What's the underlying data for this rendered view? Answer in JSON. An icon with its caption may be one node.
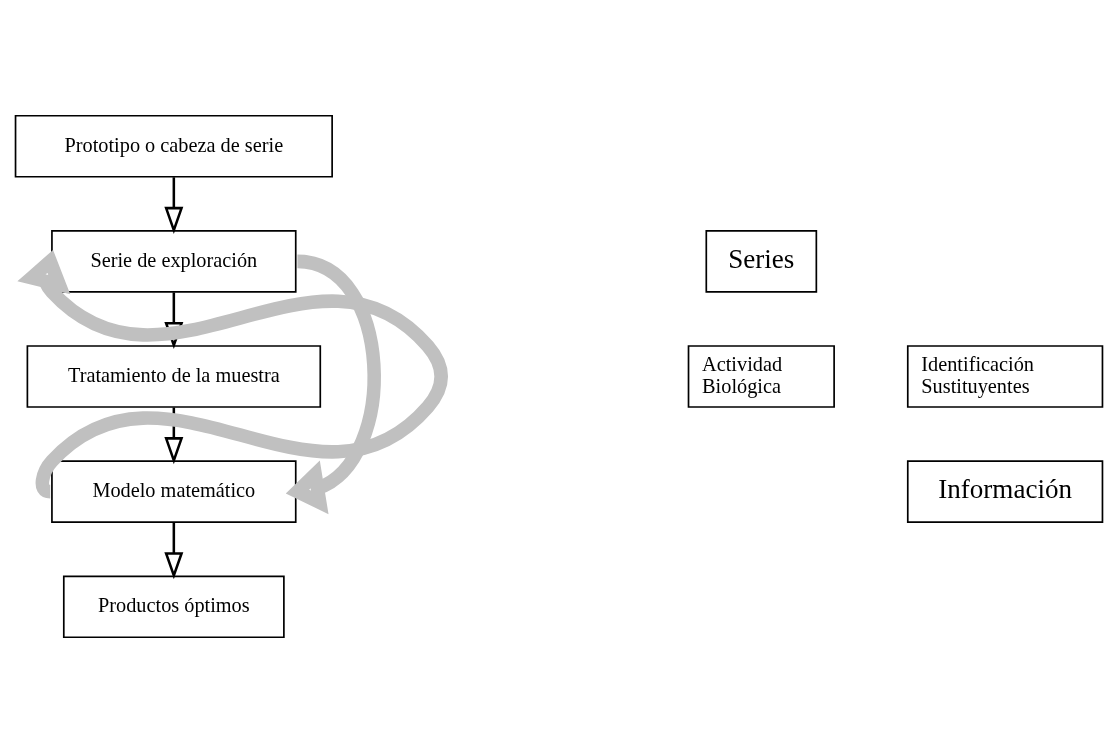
{
  "diagram": {
    "nodes": [
      {
        "text": [
          "Prototipo o cabeza de serie"
        ]
      },
      {
        "text": [
          "Serie de exploración"
        ]
      },
      {
        "text": [
          "Tratamiento de la muestra"
        ]
      },
      {
        "text": [
          "Modelo matemático"
        ]
      },
      {
        "text": [
          "Productos óptimos"
        ]
      },
      {
        "text": [
          "Series"
        ]
      },
      {
        "text": [
          "Actividad Biológica"
        ]
      },
      {
        "text": [
          "Identificación Sustituyentes"
        ]
      },
      {
        "text": [
          "Información"
        ]
      }
    ],
    "edges": [
      {
        "from": 0,
        "to": 1,
        "arrow": "to"
      },
      {
        "from": 1,
        "to": 2,
        "arrow": "to"
      },
      {
        "from": 2,
        "to": 3,
        "arrow": "to"
      },
      {
        "from": 3,
        "to": 4,
        "arrow": "to"
      },
      {
        "from": 1,
        "to": 3,
        "arrow": "to",
        "style": "thick",
        "color": "#c0c0c0"
      },
      {
        "from": 3,
        "to": 1,
        "arrow": "to",
        "style": "thick",
        "color": "#c0c0c0"
      }
    ]
  }
}
